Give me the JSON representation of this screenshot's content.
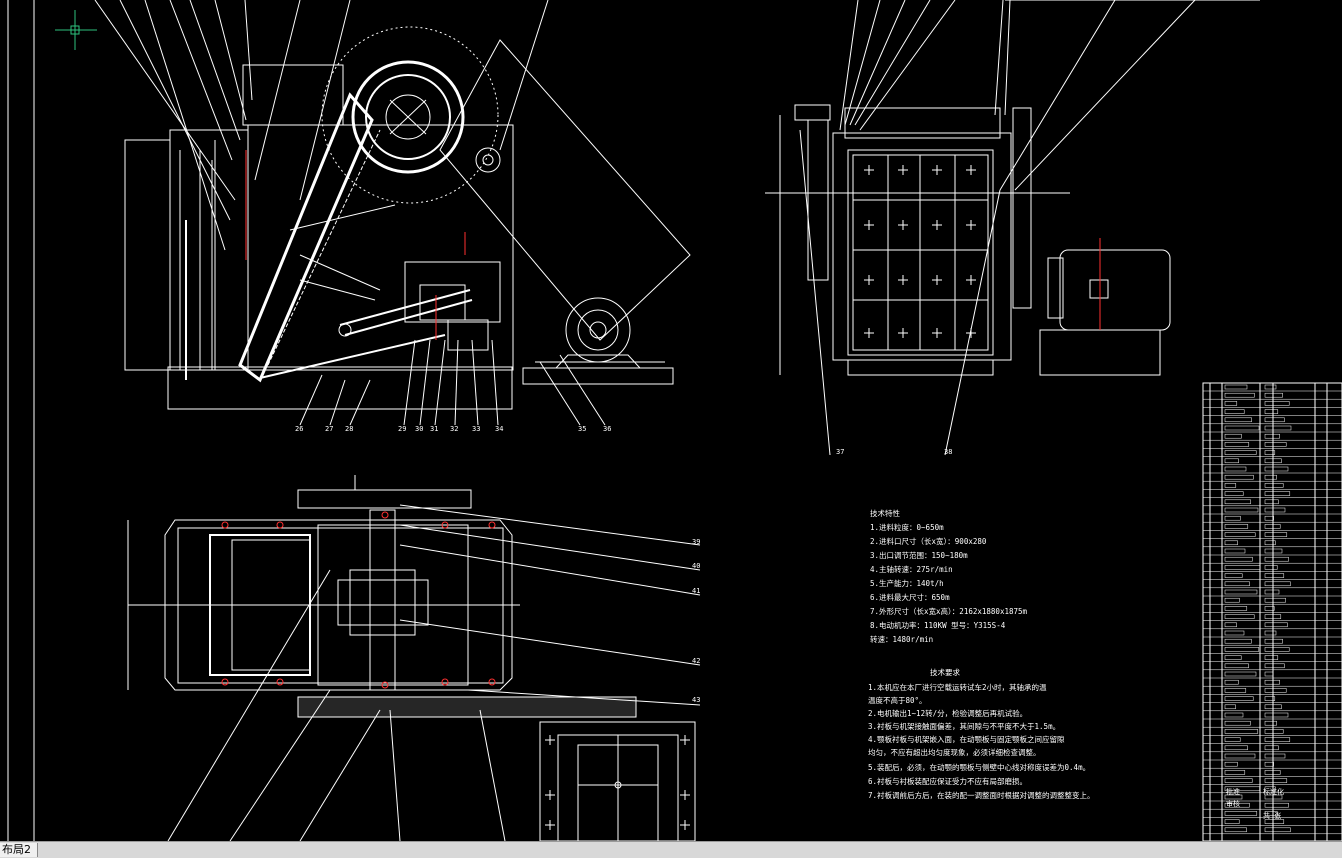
{
  "app": {
    "layout_tab": "布局2"
  },
  "drawing": {
    "balloons_side": [
      "26",
      "27",
      "28",
      "29",
      "30",
      "31",
      "32",
      "33",
      "34",
      "35",
      "36"
    ],
    "balloons_end": [
      "37",
      "38"
    ],
    "balloons_plan": [
      "39",
      "40",
      "41",
      "42",
      "43"
    ],
    "tech_params_title": "技术特性",
    "tech_params": [
      "1.进料粒度：0~650m",
      "2.进料口尺寸（长x宽）：900x280",
      "3.出口调节范围：150~180m",
      "4.主轴转速：275r/min",
      "5.生产能力：140t/h",
      "6.进料最大尺寸：650m",
      "7.外形尺寸（长x宽x高）：2162x1880x1875m",
      "8.电动机功率：110KW  型号：Y315S-4",
      "转速：1480r/min"
    ],
    "tech_req_title": "技术要求",
    "tech_req": [
      "1.本机应在本厂进行空载运转试车2小时，其轴承的温",
      "  温度不高于80°。",
      "2.电机输出1~12转/分，检验调整后再机试验。",
      "3.衬板与机架接触面偏差，其间隙与不平度不大于1.5m。",
      "4.颚板衬板与机架嵌入面，在动颚板与固定颚板之间应留隙",
      "  均匀，不应有超出均匀度现象，必须详细检查调整。",
      "5.装配后，必须，在动颚的颚板与侧壁中心线对称度误差为0.4m。",
      "6.衬板与衬板装配应保证受力不应有局部磨损。",
      "7.衬板调前后方后，在装的配一调整面时根据对调整的调整整变上。"
    ]
  },
  "title_block": {
    "cells": [
      "批准",
      "标准化",
      "审核",
      "共 张"
    ]
  }
}
